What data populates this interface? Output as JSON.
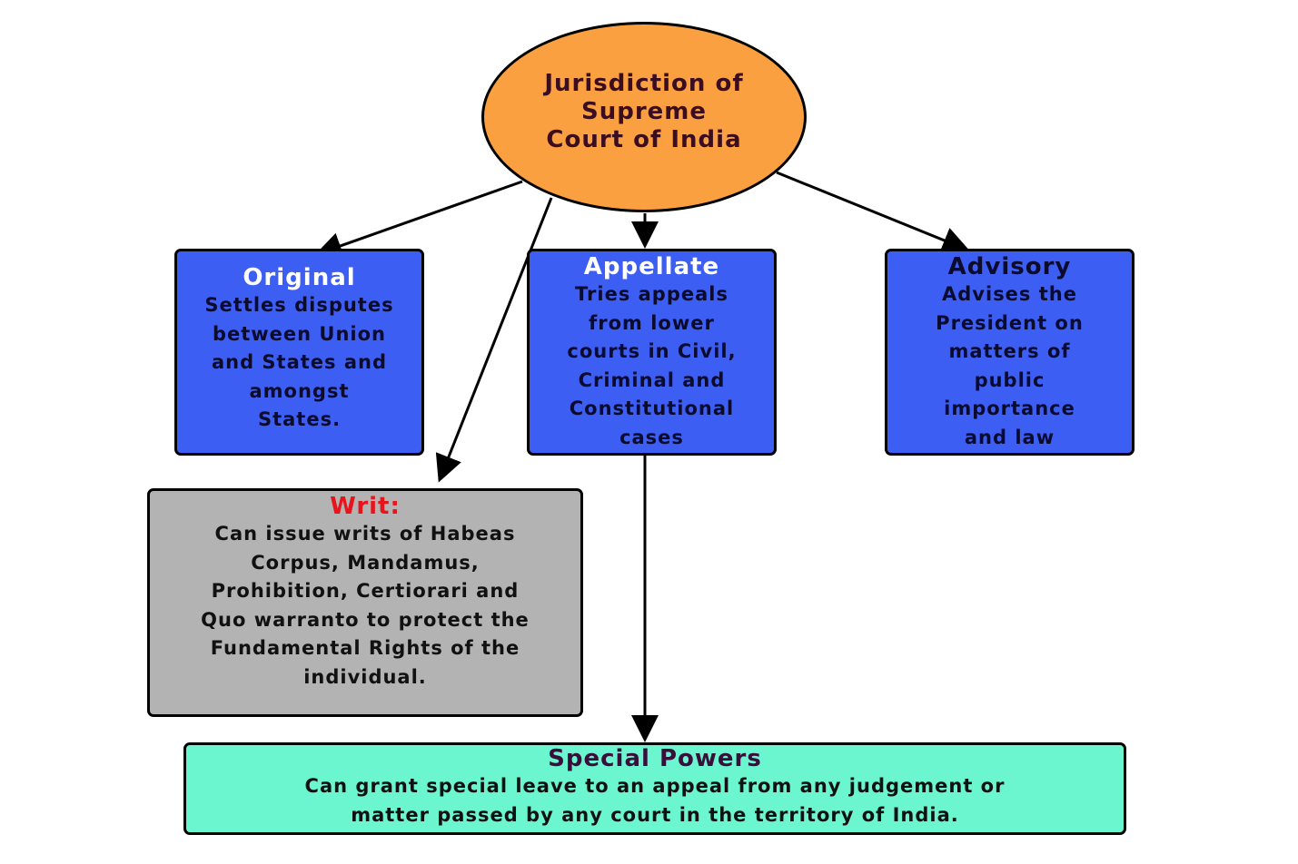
{
  "root": {
    "title_lines": [
      "Jurisdiction of",
      "Supreme",
      "Court of India"
    ]
  },
  "original": {
    "heading": "Original",
    "body_lines": [
      "Settles disputes",
      "between Union",
      "and States and",
      "amongst",
      "States."
    ]
  },
  "appellate": {
    "heading": "Appellate",
    "body_lines": [
      "Tries appeals",
      "from lower",
      "courts in Civil,",
      "Criminal and",
      "Constitutional",
      "cases"
    ]
  },
  "advisory": {
    "heading": "Advisory",
    "body_lines": [
      "Advises the",
      "President on",
      "matters of",
      "public",
      "importance",
      "and law"
    ]
  },
  "writ": {
    "heading": "Writ:",
    "body_lines": [
      "Can issue writs of Habeas",
      "Corpus, Mandamus,",
      "Prohibition, Certiorari and",
      "Quo warranto to protect the",
      "Fundamental Rights of the",
      "individual."
    ]
  },
  "special": {
    "heading": "Special Powers",
    "body_lines": [
      "Can grant special leave to an appeal from any judgement or",
      "matter passed by any court in the territory of India."
    ]
  },
  "colors": {
    "root_fill": "#FBA040",
    "blue_fill": "#3D5EF2",
    "writ_fill": "#B3B3B3",
    "special_fill": "#6CF6D0",
    "writ_heading": "#E8141C"
  }
}
